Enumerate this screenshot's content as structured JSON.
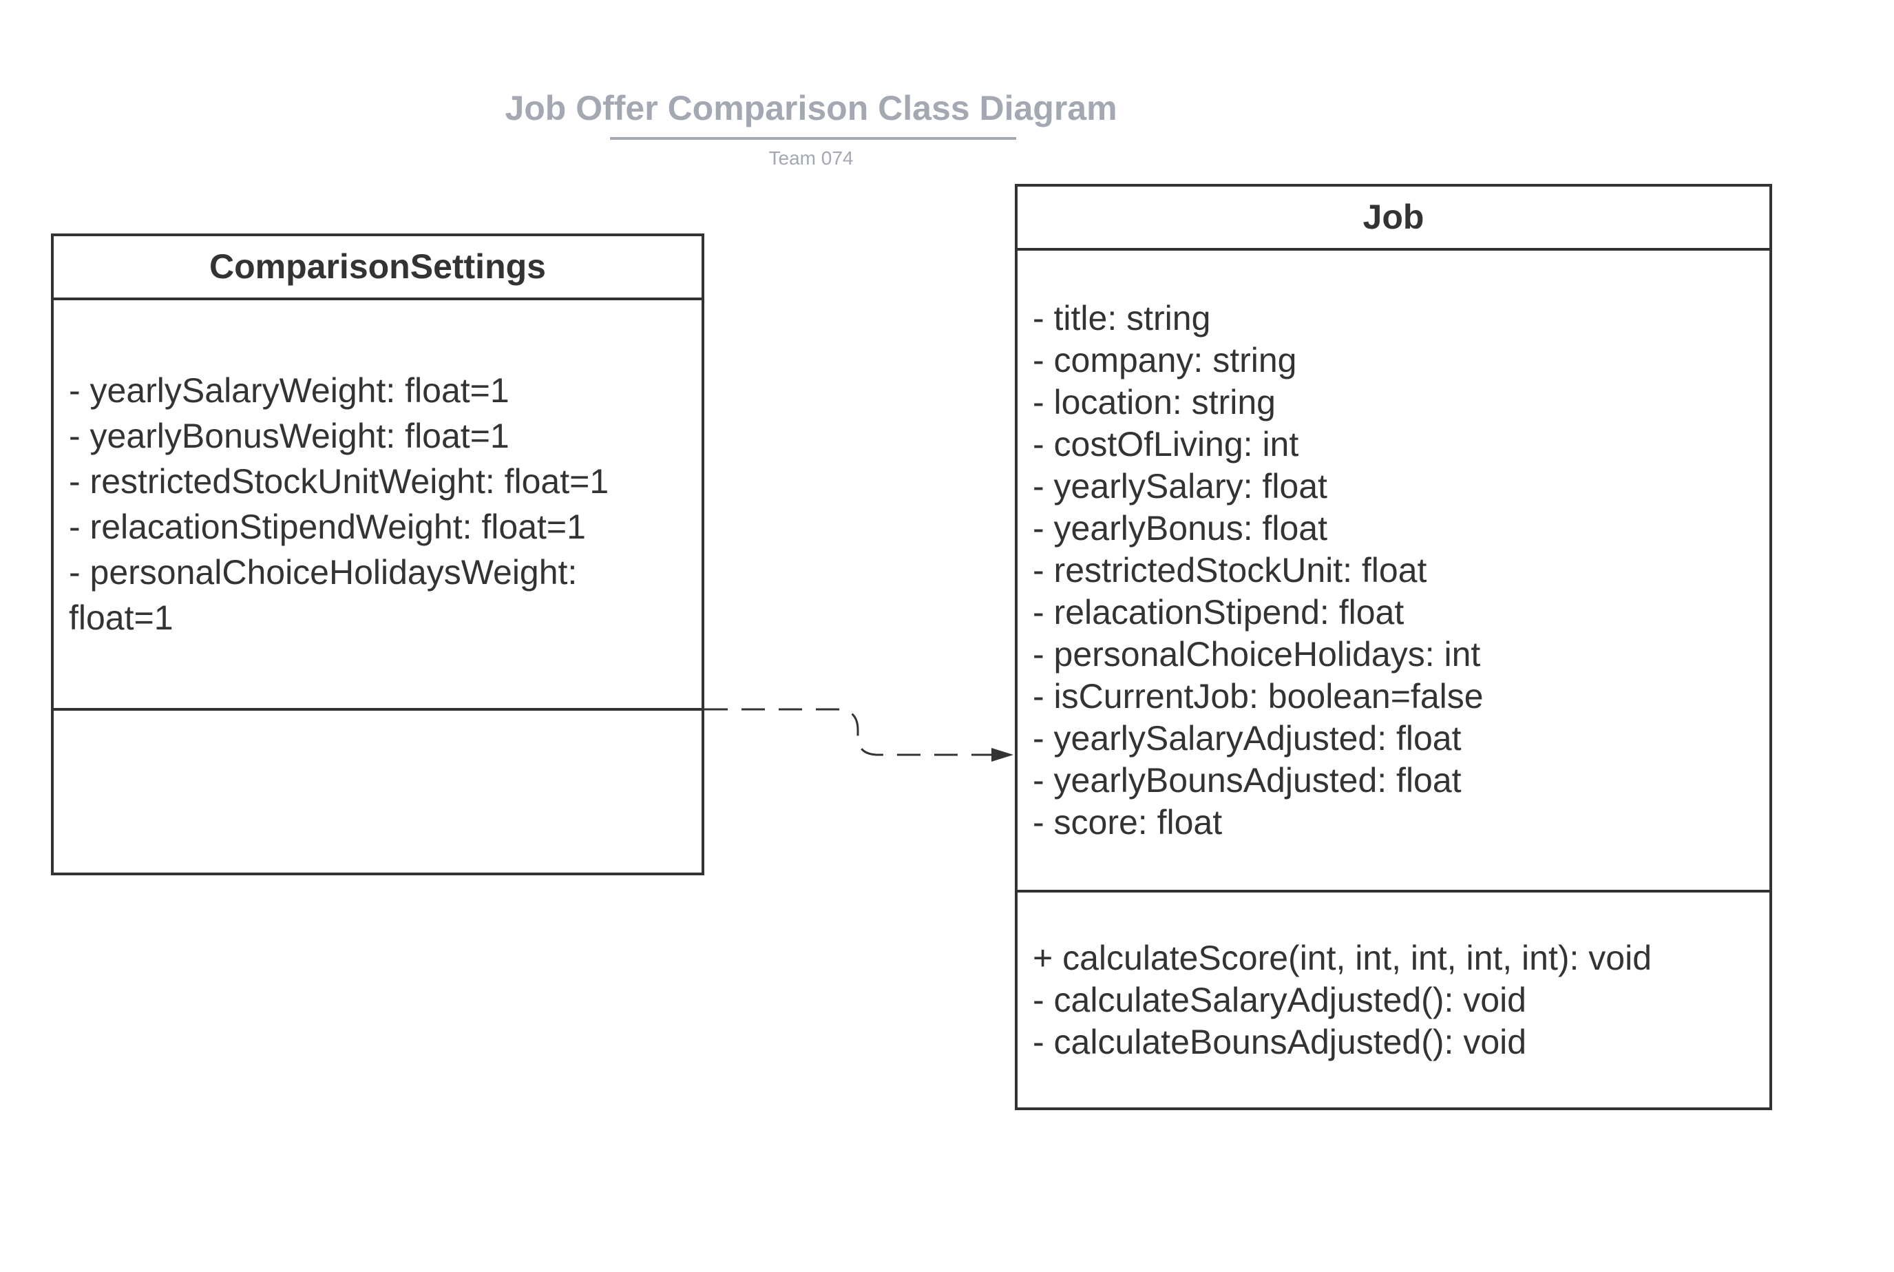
{
  "diagram": {
    "title": "Job Offer Comparison Class Diagram",
    "subtitle": "Team 074"
  },
  "classes": {
    "comparison_settings": {
      "name": "ComparisonSettings",
      "attributes": [
        "- yearlySalaryWeight: float=1",
        "- yearlyBonusWeight: float=1",
        "- restrictedStockUnitWeight: float=1",
        "- relacationStipendWeight: float=1",
        "- personalChoiceHolidaysWeight: float=1"
      ],
      "methods": []
    },
    "job": {
      "name": "Job",
      "attributes": [
        "- title: string",
        "- company: string",
        "- location: string",
        "- costOfLiving: int",
        "- yearlySalary: float",
        "- yearlyBonus: float",
        "- restrictedStockUnit: float",
        "- relacationStipend: float",
        "- personalChoiceHolidays: int",
        "- isCurrentJob: boolean=false",
        "- yearlySalaryAdjusted: float",
        "- yearlyBounsAdjusted: float",
        "- score: float"
      ],
      "methods": [
        "+ calculateScore(int, int, int, int, int): void",
        "- calculateSalaryAdjusted(): void",
        "- calculateBounsAdjusted(): void"
      ]
    }
  },
  "relationships": [
    {
      "type": "dependency",
      "style": "dashed",
      "from": "ComparisonSettings",
      "to": "Job"
    }
  ],
  "colors": {
    "title": "#a3a8b3",
    "border": "#333333",
    "text": "#333333"
  }
}
